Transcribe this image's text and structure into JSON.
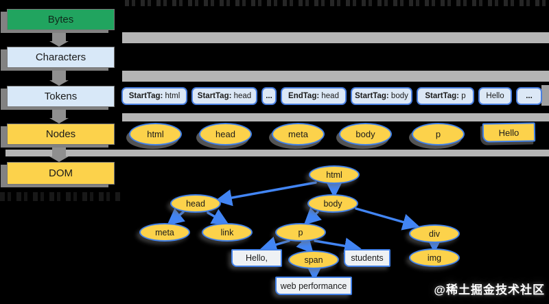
{
  "colors": {
    "background": "#000000",
    "accent_blue": "#4285f4",
    "node_yellow": "#fcd24b",
    "stage_green": "#21a45f",
    "stage_light_blue": "#d8e8f8",
    "stream_bar_gray": "#b5b5b5",
    "text_node_fill": "#eef1f4"
  },
  "pipeline": {
    "stages": [
      {
        "label": "Bytes"
      },
      {
        "label": "Characters"
      },
      {
        "label": "Tokens"
      },
      {
        "label": "Nodes"
      },
      {
        "label": "DOM"
      }
    ]
  },
  "tokens": {
    "items": [
      {
        "prefix": "StartTag:",
        "value": " html"
      },
      {
        "prefix": "StartTag:",
        "value": " head"
      },
      {
        "prefix": "",
        "value": "..."
      },
      {
        "prefix": "EndTag:",
        "value": " head"
      },
      {
        "prefix": "StartTag:",
        "value": " body"
      },
      {
        "prefix": "StartTag:",
        "value": " p"
      },
      {
        "prefix": "",
        "value": "Hello"
      },
      {
        "prefix": "",
        "value": "..."
      }
    ]
  },
  "nodes_row": {
    "items": [
      "html",
      "head",
      "meta",
      "body",
      "p"
    ],
    "text_node": "Hello"
  },
  "dom_tree": {
    "nodes": {
      "html": "html",
      "head": "head",
      "body": "body",
      "meta": "meta",
      "link": "link",
      "p": "p",
      "div": "div",
      "span": "span",
      "img": "img"
    },
    "text_nodes": {
      "hello": "Hello,",
      "students": "students",
      "web_performance": "web performance"
    }
  },
  "watermark": {
    "text": "@稀土掘金技术社区"
  }
}
